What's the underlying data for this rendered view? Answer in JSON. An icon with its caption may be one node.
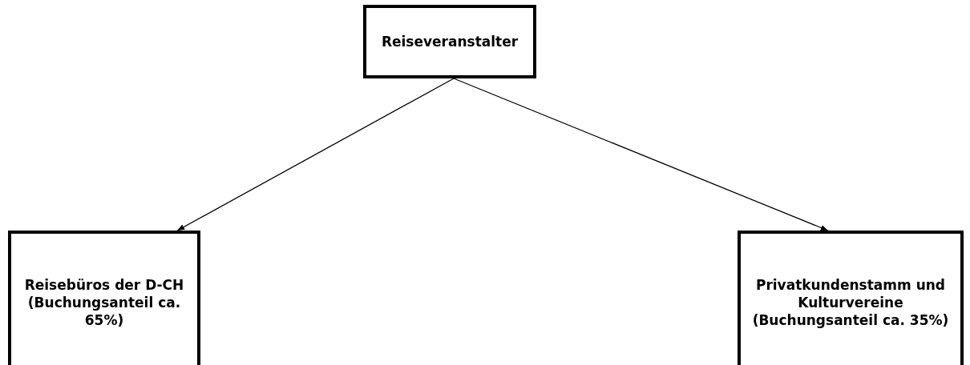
{
  "diagram": {
    "nodes": [
      {
        "text": [
          "Reiseveranstalter"
        ]
      },
      {
        "text": [
          "Reisebüros der D-CH (Buchungsanteil ca. 65%)"
        ]
      },
      {
        "text": [
          "Privatkundenstamm und Kulturvereine (Buchungsanteil ca. 35%)"
        ]
      }
    ],
    "edges": [
      {
        "from": 0,
        "to": 1,
        "arrow": "to"
      },
      {
        "from": 0,
        "to": 2,
        "arrow": "to"
      }
    ]
  }
}
